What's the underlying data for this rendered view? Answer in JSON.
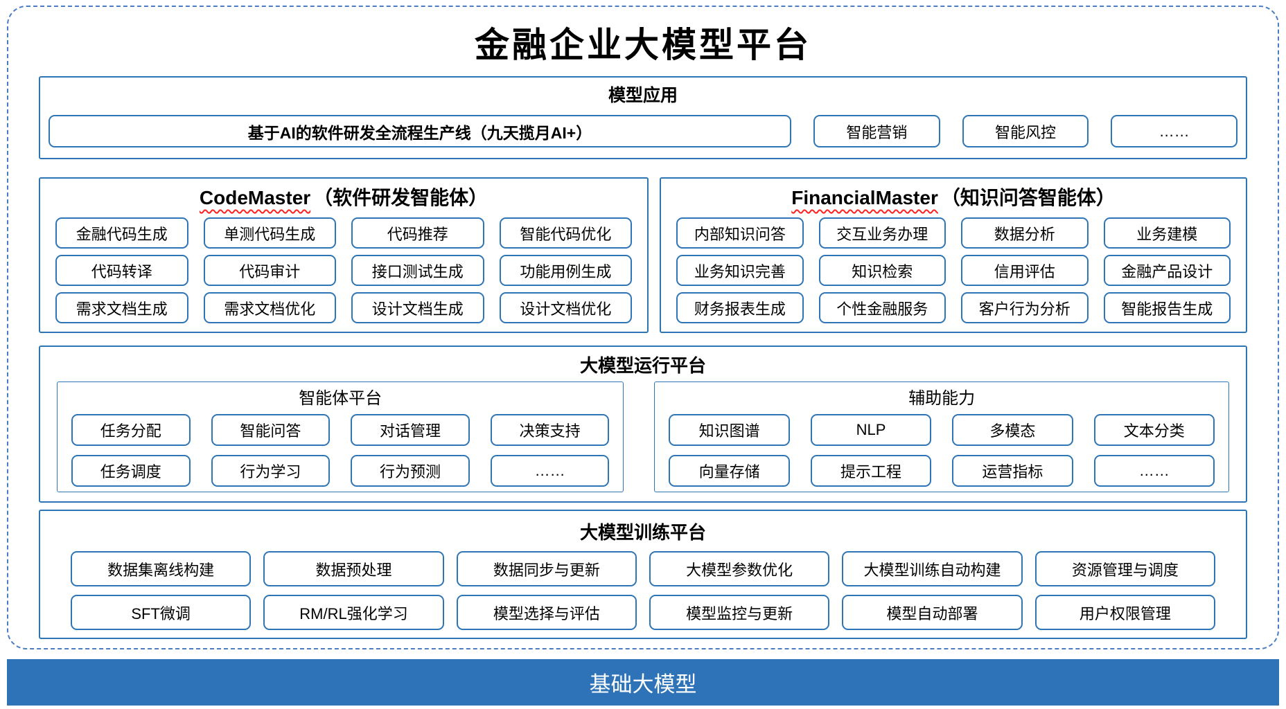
{
  "title": "金融企业大模型平台",
  "colors": {
    "accent_border": "#2e75b6",
    "dashed_border": "#4a7dc4",
    "base_bar_bg": "#2e73b8",
    "base_bar_text": "#ffffff",
    "spellcheck_underline": "#ff1f1f"
  },
  "model_application": {
    "header": "模型应用",
    "main_node": "基于AI的软件研发全流程生产线（九天揽月AI+）",
    "nodes": [
      "智能营销",
      "智能风控",
      "……"
    ]
  },
  "code_master": {
    "title_en": "CodeMaster",
    "title_zh": "（软件研发智能体）",
    "nodes": [
      "金融代码生成",
      "单测代码生成",
      "代码推荐",
      "智能代码优化",
      "代码转译",
      "代码审计",
      "接口测试生成",
      "功能用例生成",
      "需求文档生成",
      "需求文档优化",
      "设计文档生成",
      "设计文档优化"
    ]
  },
  "financial_master": {
    "title_en": "FinancialMaster",
    "title_zh": "（知识问答智能体）",
    "nodes": [
      "内部知识问答",
      "交互业务办理",
      "数据分析",
      "业务建模",
      "业务知识完善",
      "知识检索",
      "信用评估",
      "金融产品设计",
      "财务报表生成",
      "个性金融服务",
      "客户行为分析",
      "智能报告生成"
    ]
  },
  "runtime_platform": {
    "header": "大模型运行平台",
    "agent_platform": {
      "header": "智能体平台",
      "nodes": [
        "任务分配",
        "智能问答",
        "对话管理",
        "决策支持",
        "任务调度",
        "行为学习",
        "行为预测",
        "……"
      ]
    },
    "auxiliary": {
      "header": "辅助能力",
      "nodes": [
        "知识图谱",
        "NLP",
        "多模态",
        "文本分类",
        "向量存储",
        "提示工程",
        "运营指标",
        "……"
      ]
    }
  },
  "training_platform": {
    "header": "大模型训练平台",
    "nodes": [
      "数据集离线构建",
      "数据预处理",
      "数据同步与更新",
      "大模型参数优化",
      "大模型训练自动构建",
      "资源管理与调度",
      "SFT微调",
      "RM/RL强化学习",
      "模型选择与评估",
      "模型监控与更新",
      "模型自动部署",
      "用户权限管理"
    ]
  },
  "base_model_bar": {
    "label": "基础大模型"
  }
}
